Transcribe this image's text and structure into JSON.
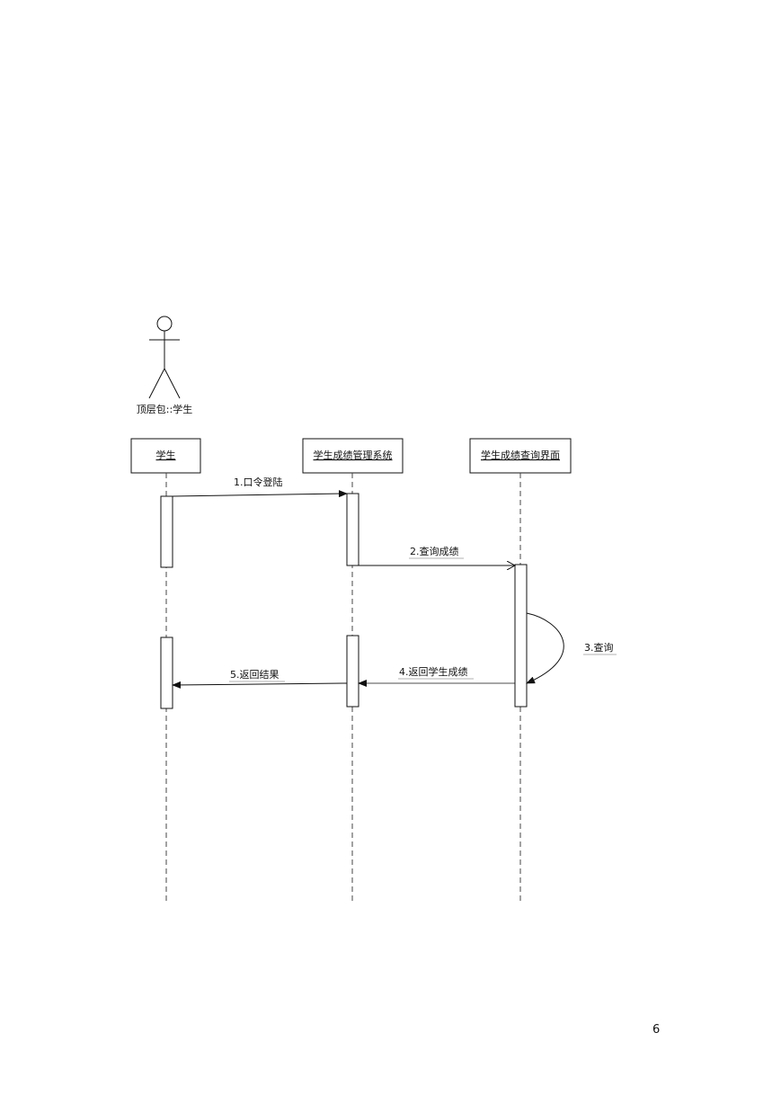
{
  "actor": {
    "label": "顶层包::学生"
  },
  "objects": [
    {
      "id": "student",
      "label": "学生"
    },
    {
      "id": "system",
      "label": "学生成绩管理系统"
    },
    {
      "id": "ui",
      "label": "学生成绩查询界面"
    }
  ],
  "messages": [
    {
      "id": "m1",
      "label": "1.口令登陆",
      "from": "student",
      "to": "system",
      "arrow": "filled"
    },
    {
      "id": "m2",
      "label": "2.查询成绩",
      "from": "system",
      "to": "ui",
      "arrow": "open"
    },
    {
      "id": "m3",
      "label": "3.查询",
      "from": "ui",
      "to": "ui",
      "arrow": "filled"
    },
    {
      "id": "m4",
      "label": "4.返回学生成绩",
      "from": "ui",
      "to": "system",
      "arrow": "filled"
    },
    {
      "id": "m5",
      "label": "5.返回结果",
      "from": "system",
      "to": "student",
      "arrow": "filled"
    }
  ],
  "page": {
    "number": "6"
  }
}
